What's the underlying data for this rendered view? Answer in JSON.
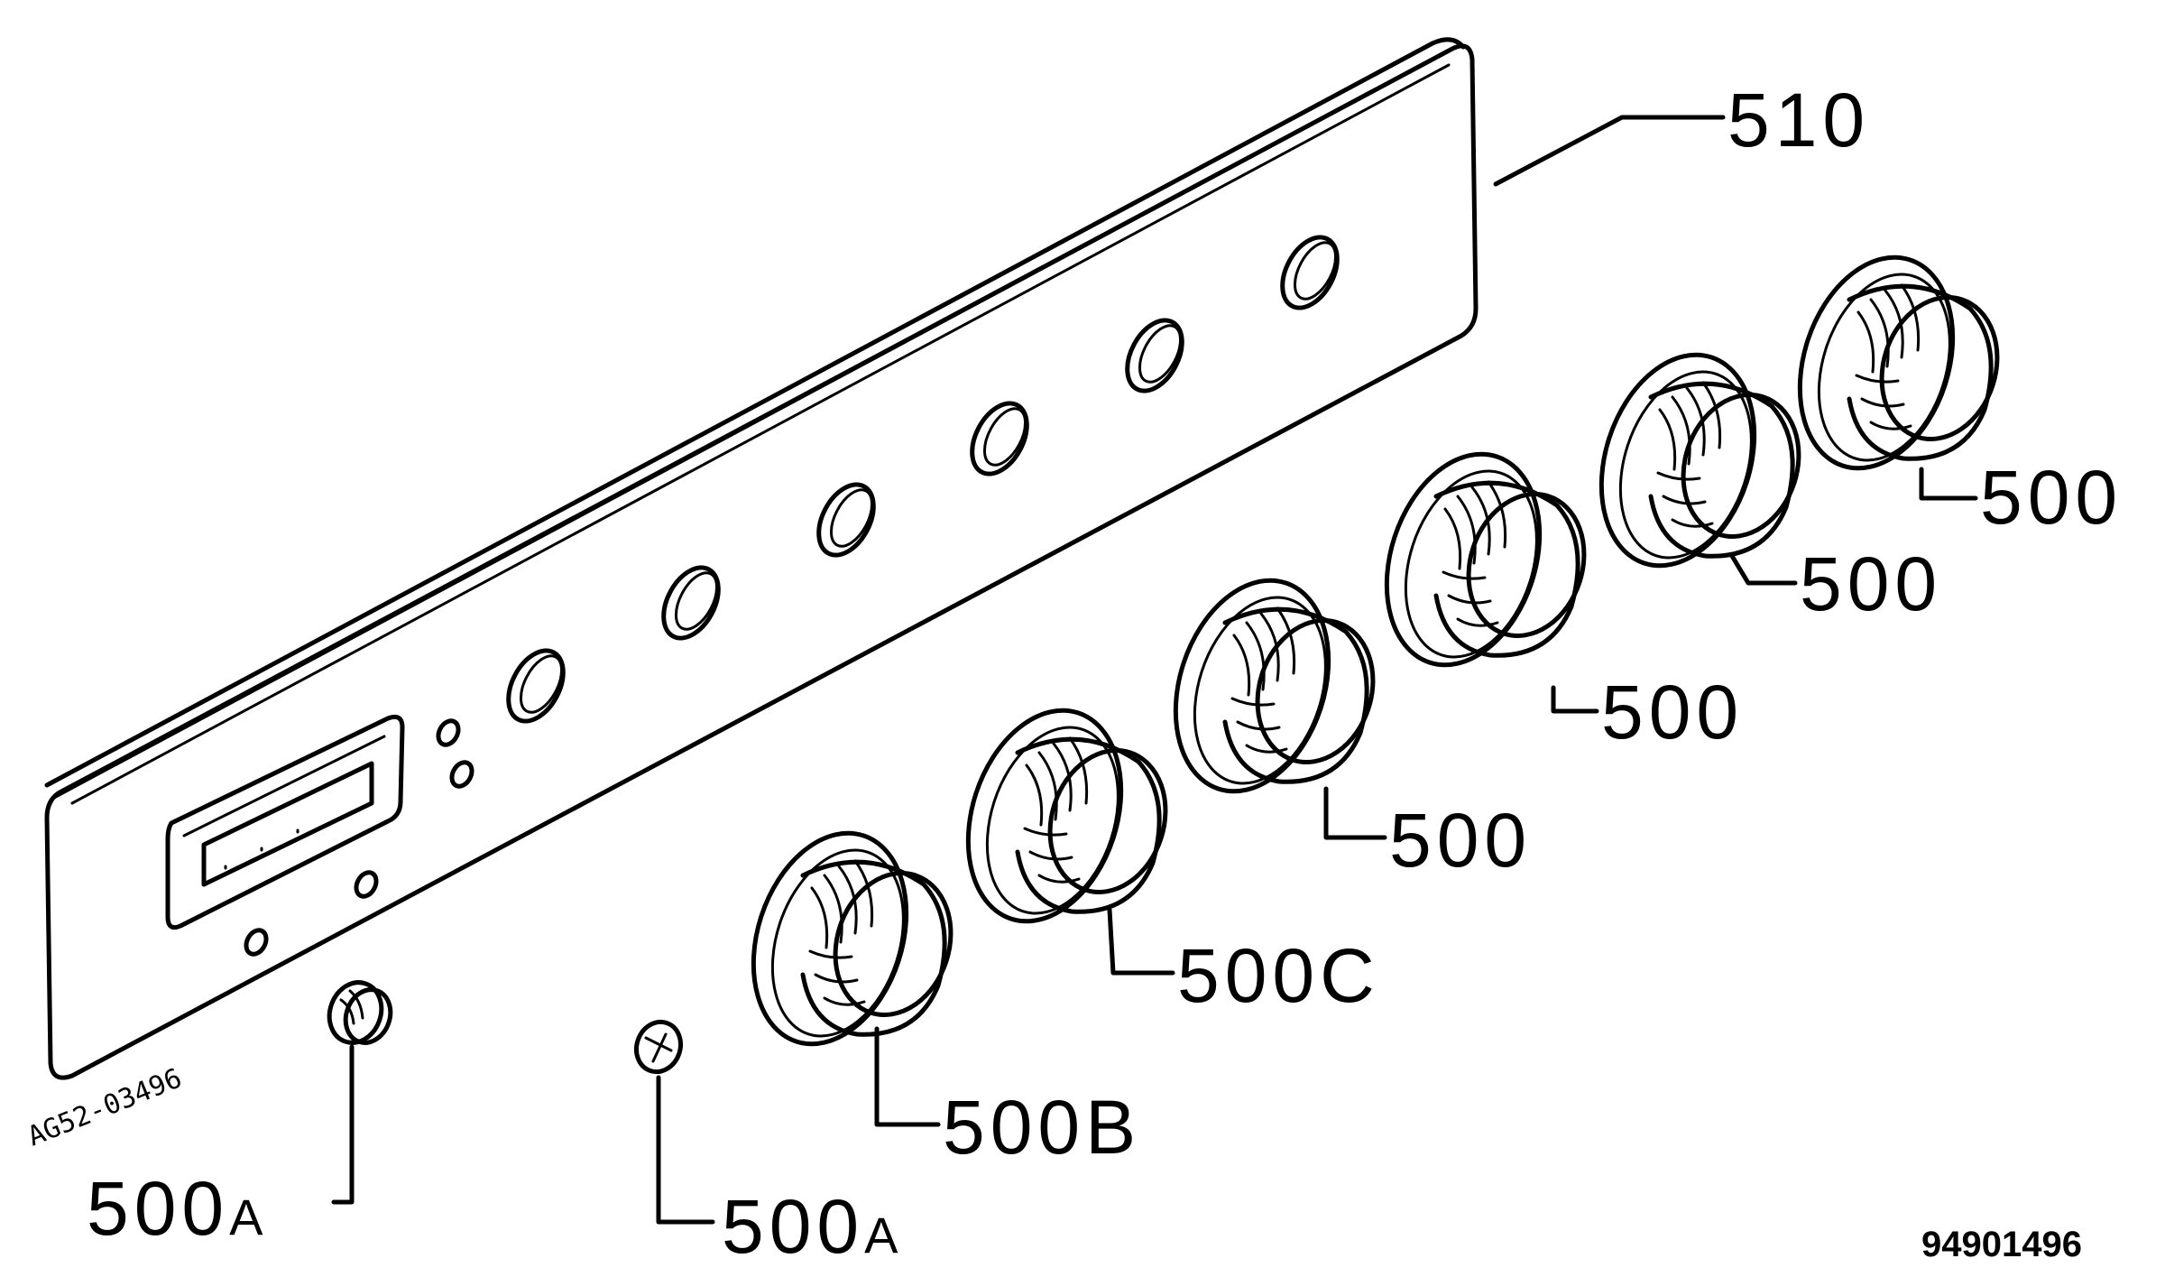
{
  "diagram": {
    "panel_label": "510",
    "knob_labels": [
      "500",
      "500",
      "500",
      "500",
      "500C",
      "500B"
    ],
    "small_knob_labels": [
      {
        "main": "500",
        "suffix": "A"
      },
      {
        "main": "500",
        "suffix": "A"
      }
    ],
    "handwritten_code": "AG52-03496",
    "drawing_number": "94901496"
  }
}
